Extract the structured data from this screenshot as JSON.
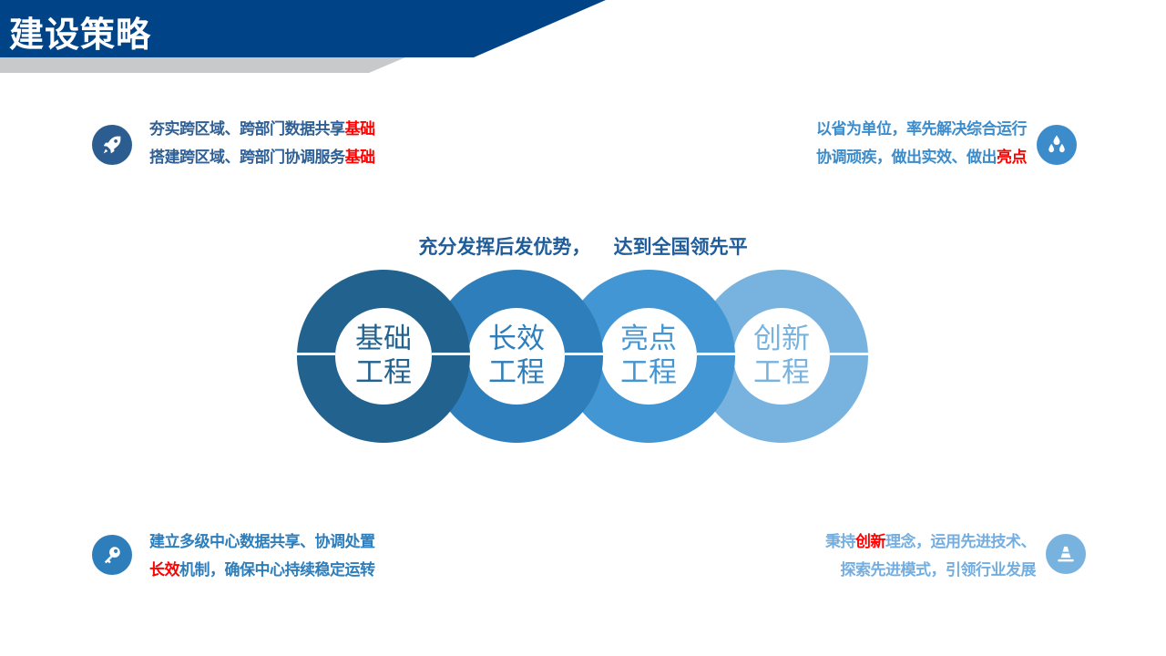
{
  "header": {
    "title": "建设策略"
  },
  "colors": {
    "banner": "#004487",
    "banner_accent": "#c8c9cb",
    "ring1": "#21628f",
    "ring2": "#2e7ebb",
    "ring3": "#4196d3",
    "ring4": "#78b3df",
    "text_dark": "#2e5f95",
    "text_mid": "#3c8ccc",
    "text_light": "#74aee0",
    "highlight": "#ff0000"
  },
  "blurbs": {
    "top_left": {
      "icon": "rocket-icon",
      "line1_main": "夯实跨区域、跨部门数据共享",
      "line1_hl": "基础",
      "line2_main": "搭建跨区域、跨部门协调服务",
      "line2_hl": "基础"
    },
    "top_right": {
      "icon": "water-drops-icon",
      "line1": "以省为单位，率先解决综合运行",
      "line2_main": "协调顽疾，做出实效、做出",
      "line2_hl": "亮点"
    },
    "bottom_left": {
      "icon": "key-icon",
      "line1": "建立多级中心数据共享、协调处置",
      "line2_hl": "长效",
      "line2_main": "机制，确保中心持续稳定运转"
    },
    "bottom_right": {
      "icon": "cone-icon",
      "line1_pre": "秉持",
      "line1_hl": "创新",
      "line1_post": "理念，运用先进技术、",
      "line2": "探索先进模式，引领行业发展"
    }
  },
  "tagline": "充分发挥后发优势， 达到全国领先平",
  "rings": [
    {
      "line1": "基础",
      "line2": "工程",
      "color": "#21628f",
      "text_color": "#21628f"
    },
    {
      "line1": "长效",
      "line2": "工程",
      "color": "#2e7ebb",
      "text_color": "#2e7ebb"
    },
    {
      "line1": "亮点",
      "line2": "工程",
      "color": "#4196d3",
      "text_color": "#4196d3"
    },
    {
      "line1": "创新",
      "line2": "工程",
      "color": "#78b3df",
      "text_color": "#78b3df"
    }
  ]
}
